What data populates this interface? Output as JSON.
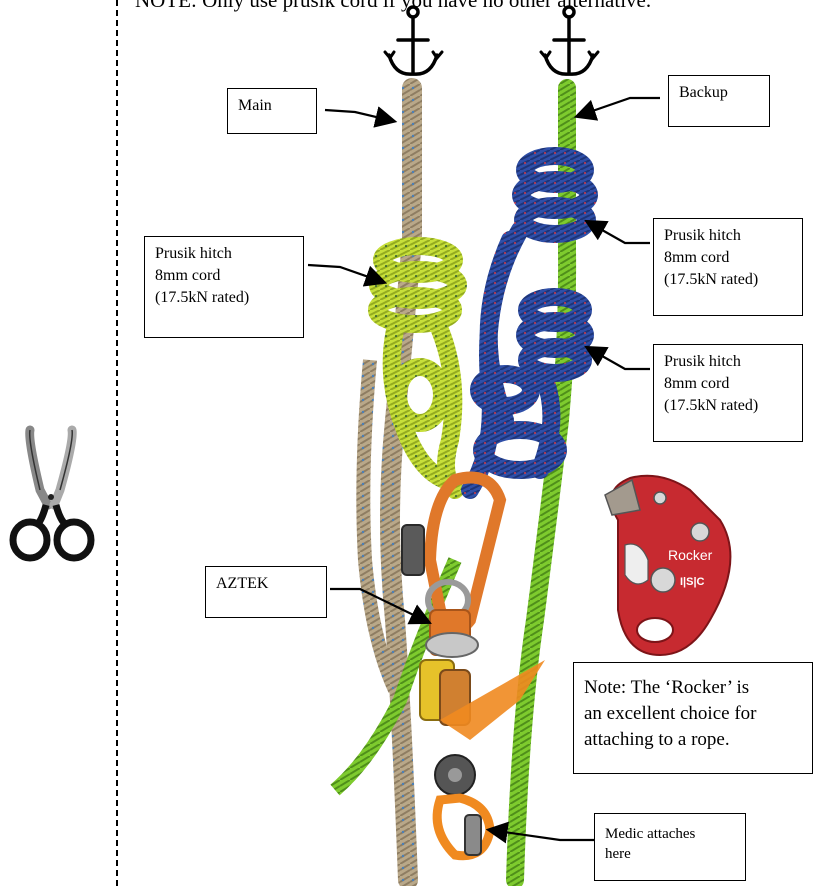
{
  "top_note": "NOTE: Only use prusik cord if you have no other alternative.",
  "labels": {
    "main": "Main",
    "backup": "Backup",
    "prusik_left": [
      "Prusik hitch",
      "8mm cord",
      "(17.5kN rated)"
    ],
    "prusik_right_upper": [
      "Prusik hitch",
      "8mm cord",
      "(17.5kN rated)"
    ],
    "prusik_right_lower": [
      "Prusik hitch",
      "8mm cord",
      "(17.5kN rated)"
    ],
    "aztek": "AZTEK",
    "rocker_note": [
      "Note: The ‘Rocker’ is",
      "an excellent choice for",
      "attaching to a rope."
    ],
    "medic": [
      "Medic attaches",
      "here"
    ]
  },
  "device": {
    "brand_text": "Rocker",
    "maker_text": "I|S|C"
  },
  "colors": {
    "main_rope": "#b9a889",
    "backup_rope": "#7ecb2e",
    "yellow_prusik": "#c7df3a",
    "blue_prusik": "#2f4fa8",
    "carabiner_orange": "#e0782a",
    "device_red": "#c72a30"
  },
  "icons": [
    "anchor-icon",
    "anchor-icon",
    "scissors-icon"
  ]
}
